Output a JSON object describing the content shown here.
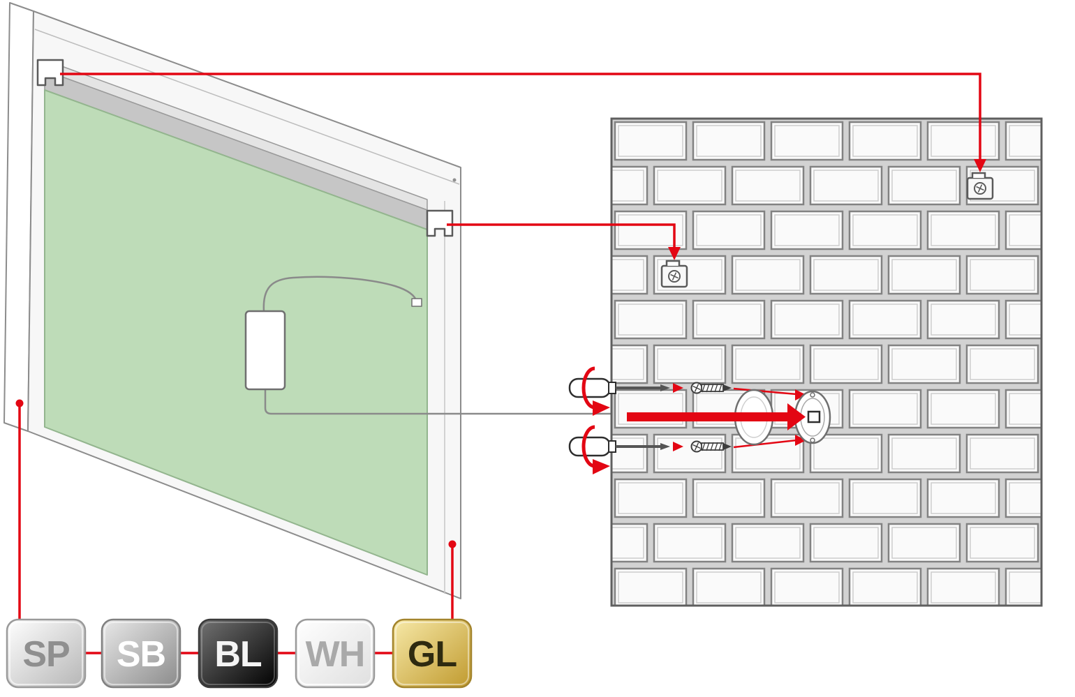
{
  "finish_options": {
    "items": [
      {
        "code": "SP",
        "swatch": "silver"
      },
      {
        "code": "SB",
        "swatch": "brushed-steel"
      },
      {
        "code": "BL",
        "swatch": "black"
      },
      {
        "code": "WH",
        "swatch": "white"
      },
      {
        "code": "GL",
        "swatch": "gold"
      }
    ]
  },
  "colors": {
    "accent_red": "#e30613",
    "panel_green": "#bedcb8",
    "rail_gray": "#c6c6c6",
    "brick_face": "#fafafa",
    "mortar_gray": "#d2d2d2",
    "badge_silver": "#c9c9c9",
    "badge_steel": "#9a9a9a",
    "badge_black": "#0d0d0d",
    "badge_white": "#f2f2f2",
    "badge_gold": "#d0a83c"
  }
}
